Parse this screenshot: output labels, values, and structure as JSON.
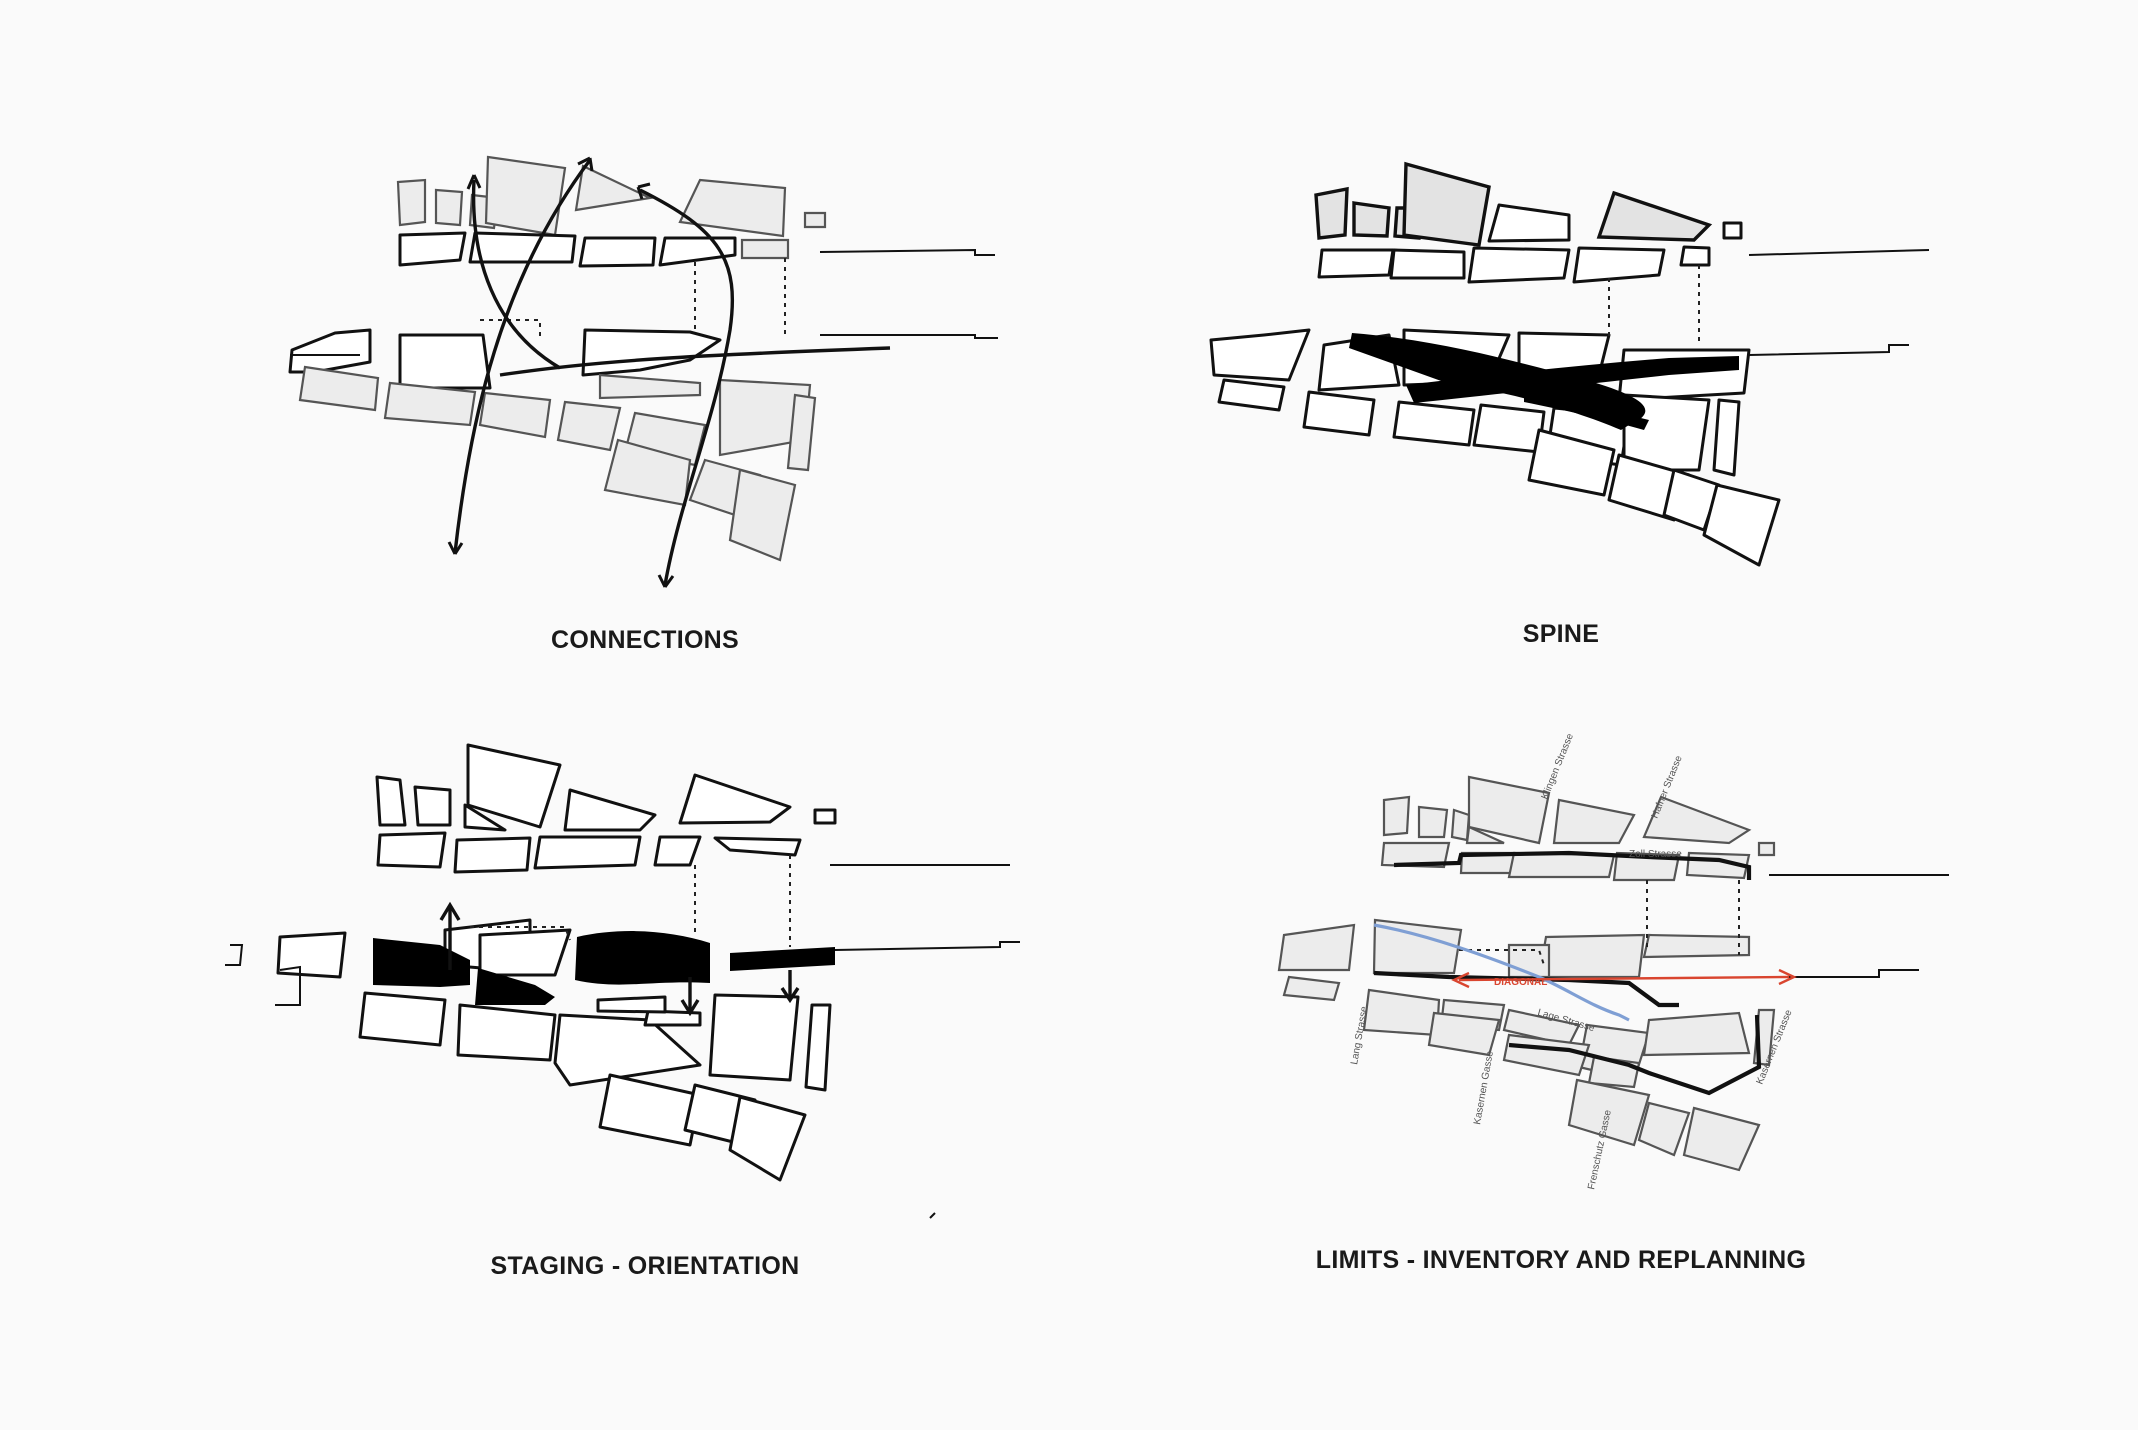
{
  "panels": {
    "connections": {
      "caption": "CONNECTIONS"
    },
    "spine": {
      "caption": "SPINE"
    },
    "staging": {
      "caption": "STAGING - ORIENTATION"
    },
    "limits": {
      "caption": "LIMITS - INVENTORY AND REPLANNING",
      "streets": {
        "klingen": "Klingen Strasse",
        "hafner": "Hafner Strasse",
        "zoll": "Zoll Strasse",
        "lang": "Lang Strasse",
        "kasernen_gasse": "Kasernen Gasse",
        "lage": "Lage Strasse",
        "frenschutz": "Frenschutz Gasse",
        "kasernen_strasse": "Kasernen Strasse"
      },
      "diagonal": "DIAGONAL",
      "colors": {
        "diagonal": "#d9452f",
        "path": "#7f9fd4"
      }
    }
  }
}
